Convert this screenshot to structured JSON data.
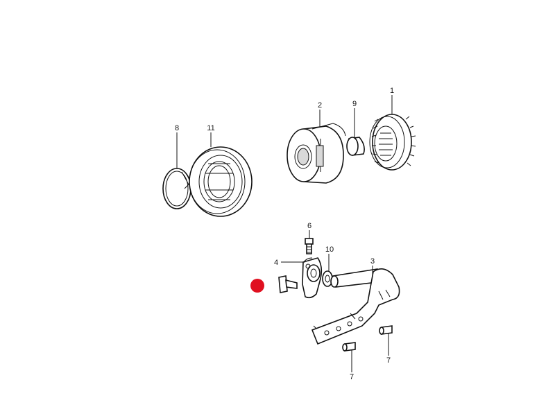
{
  "labels": {
    "l1": "1",
    "l2": "2",
    "l3": "3",
    "l4": "4",
    "l6": "6",
    "l7a": "7",
    "l7b": "7",
    "l8": "8",
    "l9": "9",
    "l10": "10",
    "l11": "11"
  },
  "colors": {
    "line": "#111111",
    "marker": "#e01020",
    "background": "#ffffff"
  }
}
